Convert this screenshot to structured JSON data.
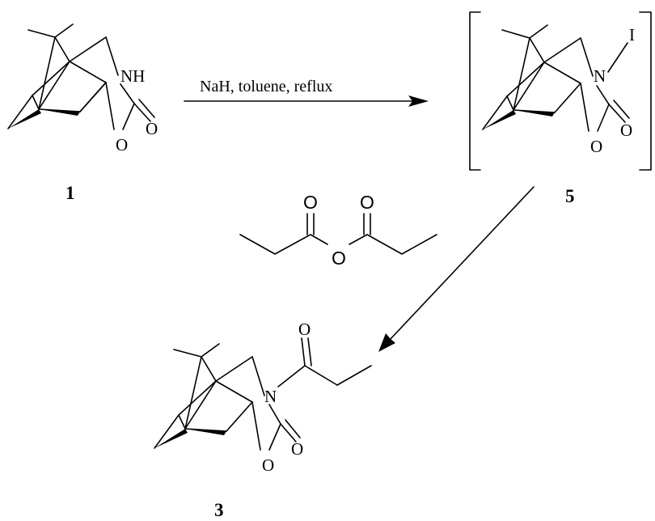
{
  "reaction_conditions": "NaH, toluene, reflux",
  "compounds": {
    "starting_material": {
      "label": "1",
      "nh": "NH",
      "ring_o": "O",
      "carbonyl_o": "O"
    },
    "intermediate": {
      "label": "5",
      "n": "N",
      "iodine": "I",
      "ring_o": "O",
      "carbonyl_o": "O"
    },
    "reagent": {
      "carbonyl_o_left": "O",
      "carbonyl_o_right": "O",
      "bridge_o": "O"
    },
    "product": {
      "label": "3",
      "n": "N",
      "acyl_o": "O",
      "ring_o": "O",
      "carbonyl_o": "O"
    }
  }
}
